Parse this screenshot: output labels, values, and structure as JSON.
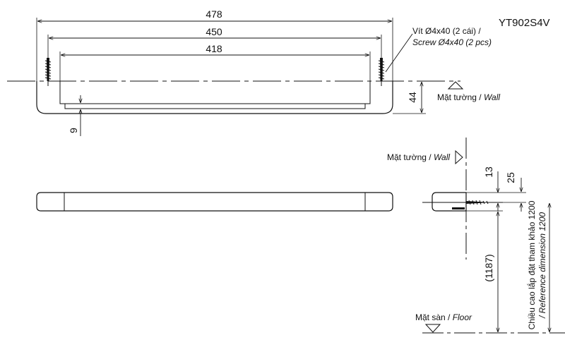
{
  "model": "YT902S4V",
  "top_view": {
    "dim_overall": "478",
    "dim_screw_centers": "450",
    "dim_inner": "418",
    "dim_depth": "44",
    "dim_thickness": "9",
    "screw_label_vn": "Vít Ø4x40 (2 cái) /",
    "screw_label_en": "Screw Ø4x40 (2 pcs)",
    "wall_label_vn": "Mặt tường / ",
    "wall_label_en": "Wall"
  },
  "side_view": {
    "wall_label_vn": "Mặt tường / ",
    "wall_label_en": "Wall",
    "dim_13": "13",
    "dim_25": "25",
    "dim_1187": "(1187)",
    "ref_height_vn": "Chiều cao lắp đặt tham khảo 1200",
    "ref_height_en": "/ Reference dimension 1200",
    "floor_label_vn": "Mặt sàn / ",
    "floor_label_en": "Floor"
  }
}
